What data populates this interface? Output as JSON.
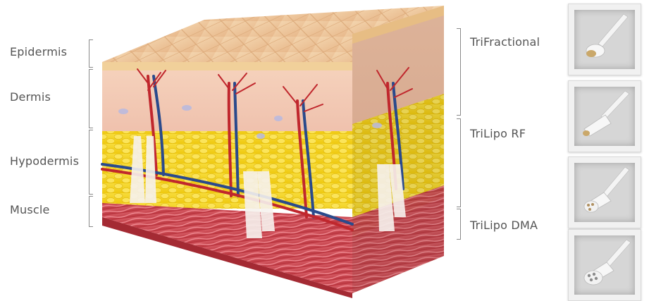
{
  "layers": {
    "epidermis": "Epidermis",
    "dermis": "Dermis",
    "hypodermis": "Hypodermis",
    "muscle": "Muscle"
  },
  "treatments": {
    "trifractional": "TriFractional",
    "trilipo_rf": "TriLipo RF",
    "trilipo_dma": "TriLipo DMA"
  },
  "handpieces": [
    {
      "icon": "handpiece-ring-tip-icon"
    },
    {
      "icon": "handpiece-cone-tip-icon"
    },
    {
      "icon": "handpiece-multi-electrode-icon"
    },
    {
      "icon": "handpiece-quad-electrode-icon"
    }
  ],
  "colors": {
    "skin_top": "#efc9a0",
    "dermis": "#f2c7b0",
    "fat": "#f3d117",
    "muscle": "#c8414c",
    "artery": "#c0272d",
    "vein": "#2a4a8c"
  }
}
